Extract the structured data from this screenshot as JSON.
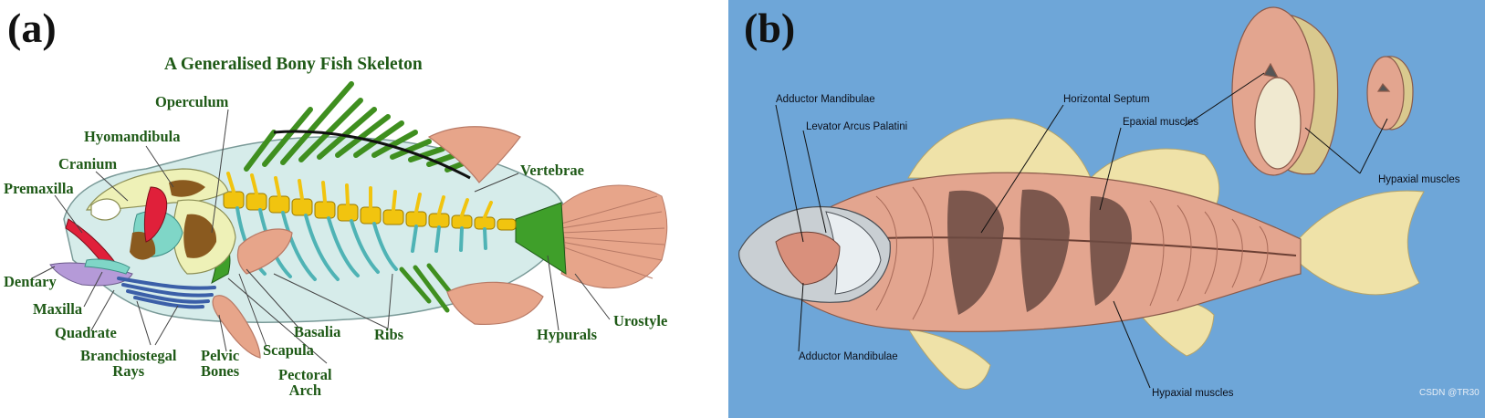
{
  "panel_a": {
    "panel_label": "(a)",
    "title": "A Generalised Bony Fish Skeleton",
    "labels": {
      "operculum": "Operculum",
      "hyomandibula": "Hyomandibula",
      "cranium": "Cranium",
      "premaxilla": "Premaxilla",
      "dentary": "Dentary",
      "maxilla": "Maxilla",
      "quadrate": "Quadrate",
      "branchiostegal_rays": "Branchiostegal\nRays",
      "pelvic_bones": "Pelvic\nBones",
      "scapula": "Scapula",
      "pectoral_arch": "Pectoral\nArch",
      "basalia": "Basalia",
      "ribs": "Ribs",
      "hypurals": "Hypurals",
      "urostyle": "Urostyle",
      "vertebrae": "Vertebrae"
    },
    "colors": {
      "label_text": "#1f5a17",
      "body": "#d6ecea",
      "vertebrae": "#f1c40f",
      "spines": "#3f8f1f",
      "ribs": "#4fb3b5",
      "fin_rays": "#e7a58a",
      "branchiostegal": "#3b5fa8",
      "premaxilla": "#e0203a",
      "dentary": "#b59ad8"
    }
  },
  "panel_b": {
    "panel_label": "(b)",
    "labels": {
      "adductor_mandibulae_top": "Adductor Mandibulae",
      "levator_arcus_palatini": "Levator Arcus Palatini",
      "horizontal_septum": "Horizontal Septum",
      "epaxial_muscles": "Epaxial muscles",
      "hypaxial_muscles_right": "Hypaxial muscles",
      "adductor_mandibulae_bottom": "Adductor Mandibulae",
      "hypaxial_muscles_bottom": "Hypaxial muscles"
    },
    "watermark": "CSDN @TR30",
    "colors": {
      "background": "#6ea6d8",
      "muscle": "#e3a58f",
      "fin": "#efe2a8"
    }
  }
}
